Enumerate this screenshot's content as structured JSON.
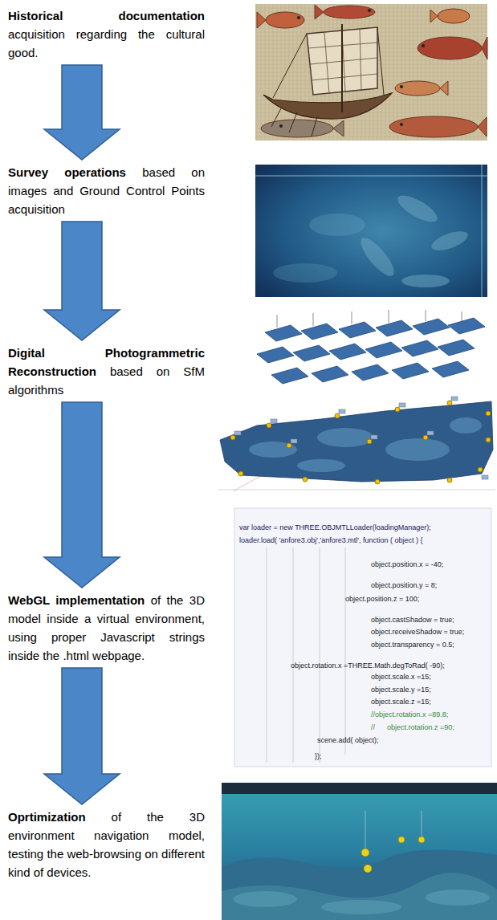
{
  "diagram": {
    "nodes": [
      {
        "text": [
          "Historical documentation",
          "acquisition regarding the cultural good."
        ]
      },
      {
        "text": [
          "Survey operations",
          "based on images and Ground Control Points acquisition"
        ]
      },
      {
        "text": [
          "Digital Photogrammetric Reconstruction",
          "based on SfM algorithms"
        ]
      },
      {
        "text": [
          "WebGL implementation",
          "of the 3D model inside a virtual environment, using proper Javascript strings inside the .html webpage."
        ]
      },
      {
        "text": [
          "Oprtimization",
          "of the 3D environment navigation model, testing the web-browsing on different kind of devices."
        ]
      }
    ],
    "edges": [
      {
        "from": 0,
        "to": 1,
        "arrow": "to"
      },
      {
        "from": 1,
        "to": 2,
        "arrow": "to"
      },
      {
        "from": 2,
        "to": 3,
        "arrow": "to"
      },
      {
        "from": 3,
        "to": 4,
        "arrow": "to"
      }
    ],
    "labels": [
      "var loader = new THREE.OBJMTLLoader(loadingManager);",
      "loader.load( 'anfore3.obj','anfore3.mtl', function ( object ) {",
      "object.position.x = -40;",
      "object.position.y = 8;",
      "object.position.z = 100;",
      "object.castShadow = true;",
      "object.receiveShadow = true;",
      "object.transparency = 0.5;",
      "object.rotation.x =THREE.Math.degToRad( -90);",
      "object.scale.x =15;",
      "object.scale.y =15;",
      "object.scale.z =15;",
      "//object.rotation.x =89.8;",
      "//      object.rotation.z =90;",
      "scene.add( object);",
      "});"
    ]
  }
}
